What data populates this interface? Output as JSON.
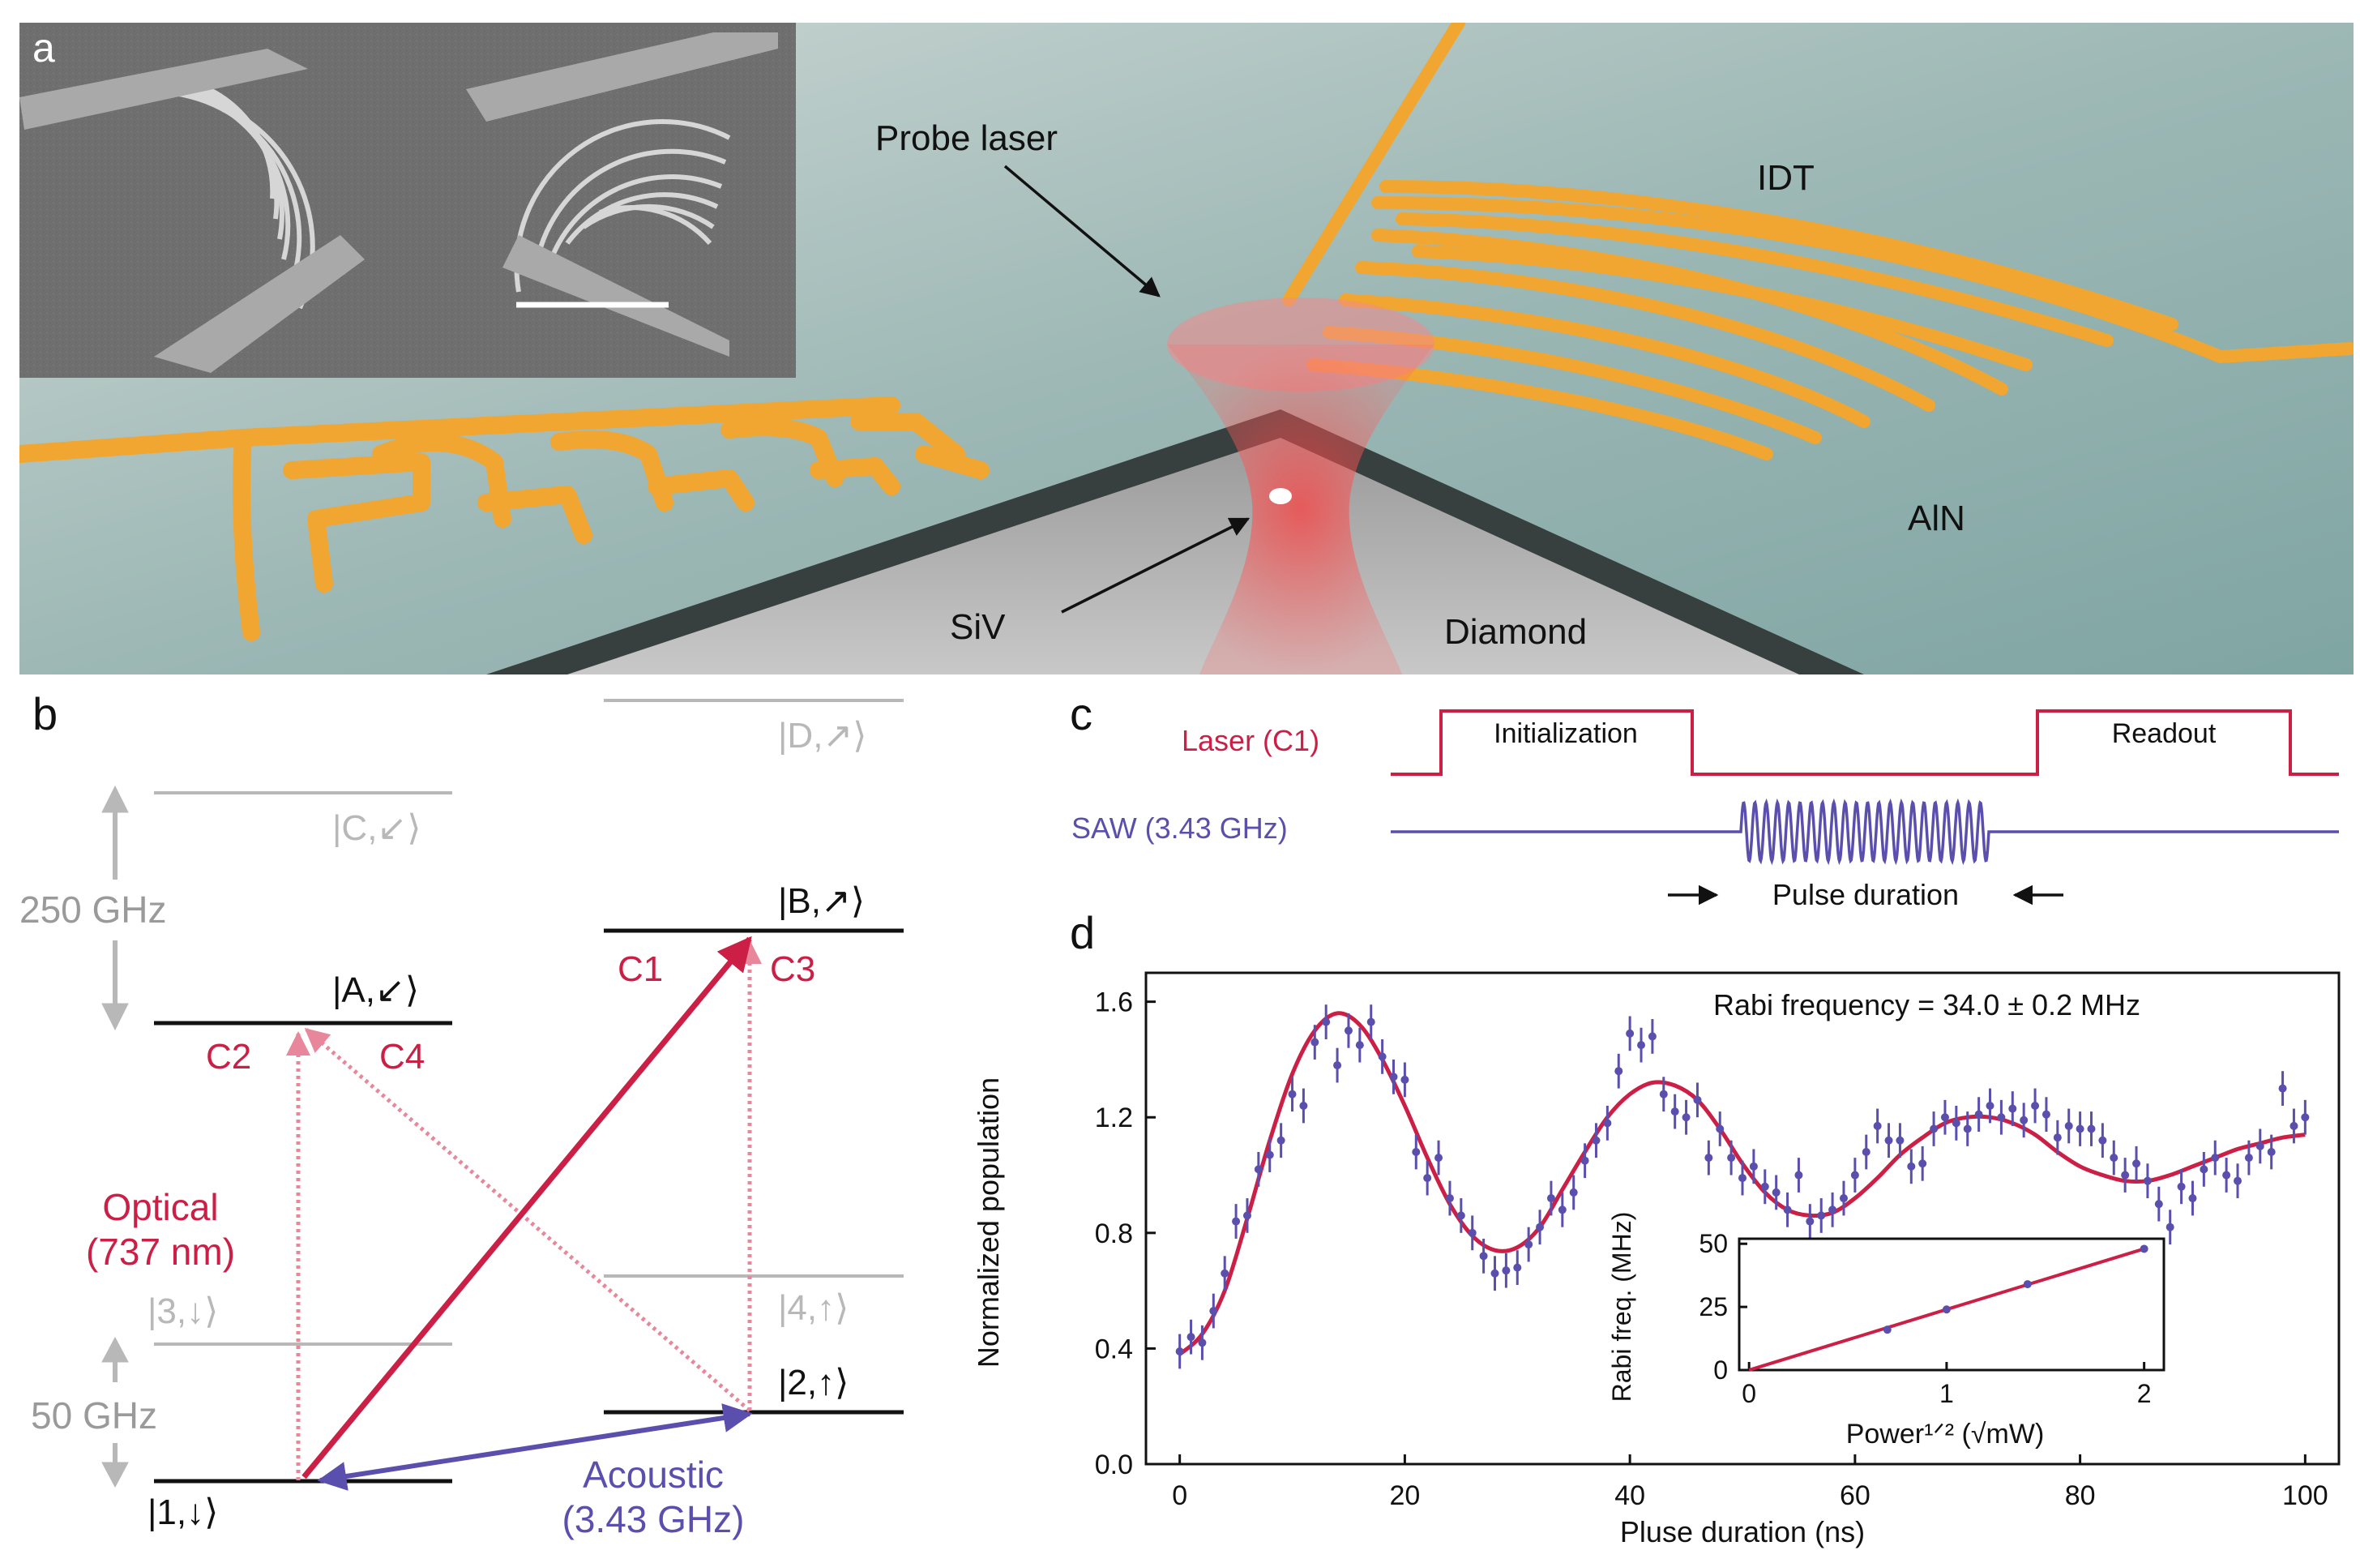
{
  "panel_a": {
    "label": "a",
    "probe_laser": "Probe laser",
    "idt": "IDT",
    "aln": "AlN",
    "siv": "SiV",
    "diamond": "Diamond"
  },
  "panel_b": {
    "label": "b",
    "state_D": "|D,↗⟩",
    "state_C": "|C,↙⟩",
    "state_B": "|B,↗⟩",
    "state_A": "|A,↙⟩",
    "state_3": "|3,↓⟩",
    "state_4": "|4,↑⟩",
    "state_2": "|2,↑⟩",
    "state_1": "|1,↓⟩",
    "gap_250": "250 GHz",
    "gap_50": "50 GHz",
    "c1": "C1",
    "c2": "C2",
    "c3": "C3",
    "c4": "C4",
    "optical_1": "Optical",
    "optical_2": "(737 nm)",
    "acoustic_1": "Acoustic",
    "acoustic_2": "(3.43 GHz)"
  },
  "panel_c": {
    "label": "c",
    "laser_label": "Laser (C1)",
    "saw_label": "SAW (3.43 GHz)",
    "initialization": "Initialization",
    "readout": "Readout",
    "pulse_duration": "Pulse duration"
  },
  "panel_d": {
    "label": "d",
    "annotation": "Rabi frequency = 34.0 ± 0.2 MHz",
    "inset_ylabel": "Rabi freq. (MHz)",
    "inset_xlabel": "Power¹ᐟ² (√mW)"
  },
  "colors": {
    "red": "#cc1f45",
    "blue": "#5b4fae",
    "grey": "#b8b8b8",
    "gold": "#f0a630"
  },
  "chart_data": [
    {
      "type": "scatter",
      "xlabel": "Pluse duration (ns)",
      "ylabel": "Normalized population",
      "xlim": [
        -3,
        103
      ],
      "ylim": [
        0,
        1.7
      ],
      "xticks": [
        0,
        20,
        40,
        60,
        80,
        100
      ],
      "yticks": [
        0.0,
        0.4,
        0.8,
        1.2,
        1.6
      ],
      "ytick_labels": [
        "0.0",
        "0.4",
        "0.8",
        "1.2",
        "1.6"
      ],
      "grid": false,
      "fit": {
        "x": [
          0,
          2,
          4,
          6,
          8,
          10,
          12,
          14,
          16,
          18,
          20,
          22,
          24,
          26,
          28,
          30,
          32,
          34,
          36,
          38,
          40,
          42,
          44,
          46,
          48,
          50,
          52,
          54,
          56,
          58,
          60,
          62,
          64,
          66,
          68,
          70,
          72,
          74,
          76,
          78,
          80,
          82,
          84,
          86,
          88,
          90,
          92,
          94,
          96,
          98,
          100
        ],
        "y": [
          0.38,
          0.45,
          0.6,
          0.85,
          1.12,
          1.35,
          1.5,
          1.56,
          1.52,
          1.4,
          1.24,
          1.06,
          0.9,
          0.79,
          0.74,
          0.75,
          0.82,
          0.95,
          1.08,
          1.2,
          1.28,
          1.32,
          1.31,
          1.26,
          1.16,
          1.04,
          0.94,
          0.88,
          0.86,
          0.87,
          0.92,
          0.99,
          1.07,
          1.13,
          1.18,
          1.2,
          1.2,
          1.18,
          1.14,
          1.08,
          1.03,
          1.0,
          0.98,
          0.98,
          1.0,
          1.03,
          1.06,
          1.09,
          1.11,
          1.13,
          1.14
        ]
      },
      "points": {
        "x": [
          0,
          1,
          2,
          3,
          4,
          5,
          6,
          7,
          8,
          9,
          10,
          11,
          12,
          13,
          14,
          15,
          16,
          17,
          18,
          19,
          20,
          21,
          22,
          23,
          24,
          25,
          26,
          27,
          28,
          29,
          30,
          31,
          32,
          33,
          34,
          35,
          36,
          37,
          38,
          39,
          40,
          41,
          42,
          43,
          44,
          45,
          46,
          47,
          48,
          49,
          50,
          51,
          52,
          53,
          54,
          55,
          56,
          57,
          58,
          59,
          60,
          61,
          62,
          63,
          64,
          65,
          66,
          67,
          68,
          69,
          70,
          71,
          72,
          73,
          74,
          75,
          76,
          77,
          78,
          79,
          80,
          81,
          82,
          83,
          84,
          85,
          86,
          87,
          88,
          89,
          90,
          91,
          92,
          93,
          94,
          95,
          96,
          97,
          98,
          99,
          100
        ],
        "y": [
          0.39,
          0.44,
          0.42,
          0.53,
          0.66,
          0.84,
          0.86,
          1.02,
          1.07,
          1.12,
          1.28,
          1.24,
          1.46,
          1.53,
          1.38,
          1.5,
          1.45,
          1.53,
          1.41,
          1.34,
          1.33,
          1.08,
          0.99,
          1.06,
          0.92,
          0.86,
          0.8,
          0.72,
          0.66,
          0.67,
          0.68,
          0.76,
          0.82,
          0.92,
          0.88,
          0.94,
          1.05,
          1.12,
          1.18,
          1.36,
          1.49,
          1.45,
          1.48,
          1.28,
          1.22,
          1.2,
          1.26,
          1.06,
          1.16,
          1.06,
          0.99,
          1.03,
          0.96,
          0.94,
          0.88,
          1.0,
          0.84,
          0.86,
          0.88,
          0.92,
          1.0,
          1.08,
          1.17,
          1.12,
          1.12,
          1.03,
          1.04,
          1.16,
          1.2,
          1.18,
          1.16,
          1.21,
          1.24,
          1.2,
          1.23,
          1.19,
          1.24,
          1.21,
          1.13,
          1.17,
          1.16,
          1.16,
          1.12,
          1.06,
          1.0,
          1.04,
          0.98,
          0.9,
          0.82,
          0.96,
          0.92,
          1.02,
          1.06,
          1.0,
          0.98,
          1.06,
          1.1,
          1.08,
          1.3,
          1.17,
          1.2
        ],
        "err": 0.06
      }
    },
    {
      "type": "scatter",
      "xlabel": "Power¹ᐟ² (√mW)",
      "ylabel": "Rabi freq. (MHz)",
      "xlim": [
        -0.05,
        2.1
      ],
      "ylim": [
        0,
        52
      ],
      "xticks": [
        0,
        1,
        2
      ],
      "yticks": [
        0,
        25,
        50
      ],
      "points": {
        "x": [
          0.7,
          1.0,
          1.41,
          2.0
        ],
        "y": [
          16,
          24,
          34,
          48
        ]
      },
      "fit": {
        "x": [
          0,
          2.0
        ],
        "y": [
          0,
          48
        ]
      }
    }
  ]
}
